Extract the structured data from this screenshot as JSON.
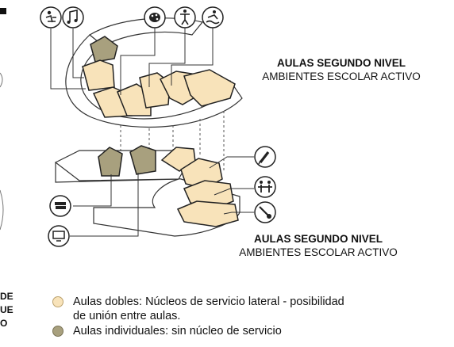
{
  "labels": {
    "top": {
      "title": "AULAS SEGUNDO NIVEL",
      "subtitle": "AMBIENTES ESCOLAR ACTIVO"
    },
    "bottom": {
      "title": "AULAS SEGUNDO NIVEL",
      "subtitle": "AMBIENTES ESCOLAR ACTIVO"
    }
  },
  "left_edge": [
    "DE",
    "UE",
    "O"
  ],
  "legend": [
    {
      "line1": "Aulas dobles: Núcleos de servicio lateral - posibilidad",
      "line2": "de unión entre aulas.",
      "color": "#f8e3ba"
    },
    {
      "line1": "Aulas individuales: sin núcleo de servicio",
      "line2": "",
      "color": "#a8a07e"
    }
  ],
  "icons_top": [
    "reading-student-icon",
    "music-note-icon",
    "art-palette-icon",
    "dance-figure-icon",
    "swimming-icon"
  ],
  "icons_bottom_right": [
    "pencil-icon",
    "children-icon",
    "science-tool-icon"
  ],
  "icons_bottom_left": [
    "books-icon",
    "computer-icon"
  ],
  "colors": {
    "light_room": "#f8e3ba",
    "dark_room": "#a8a07e",
    "outline": "#222222"
  }
}
